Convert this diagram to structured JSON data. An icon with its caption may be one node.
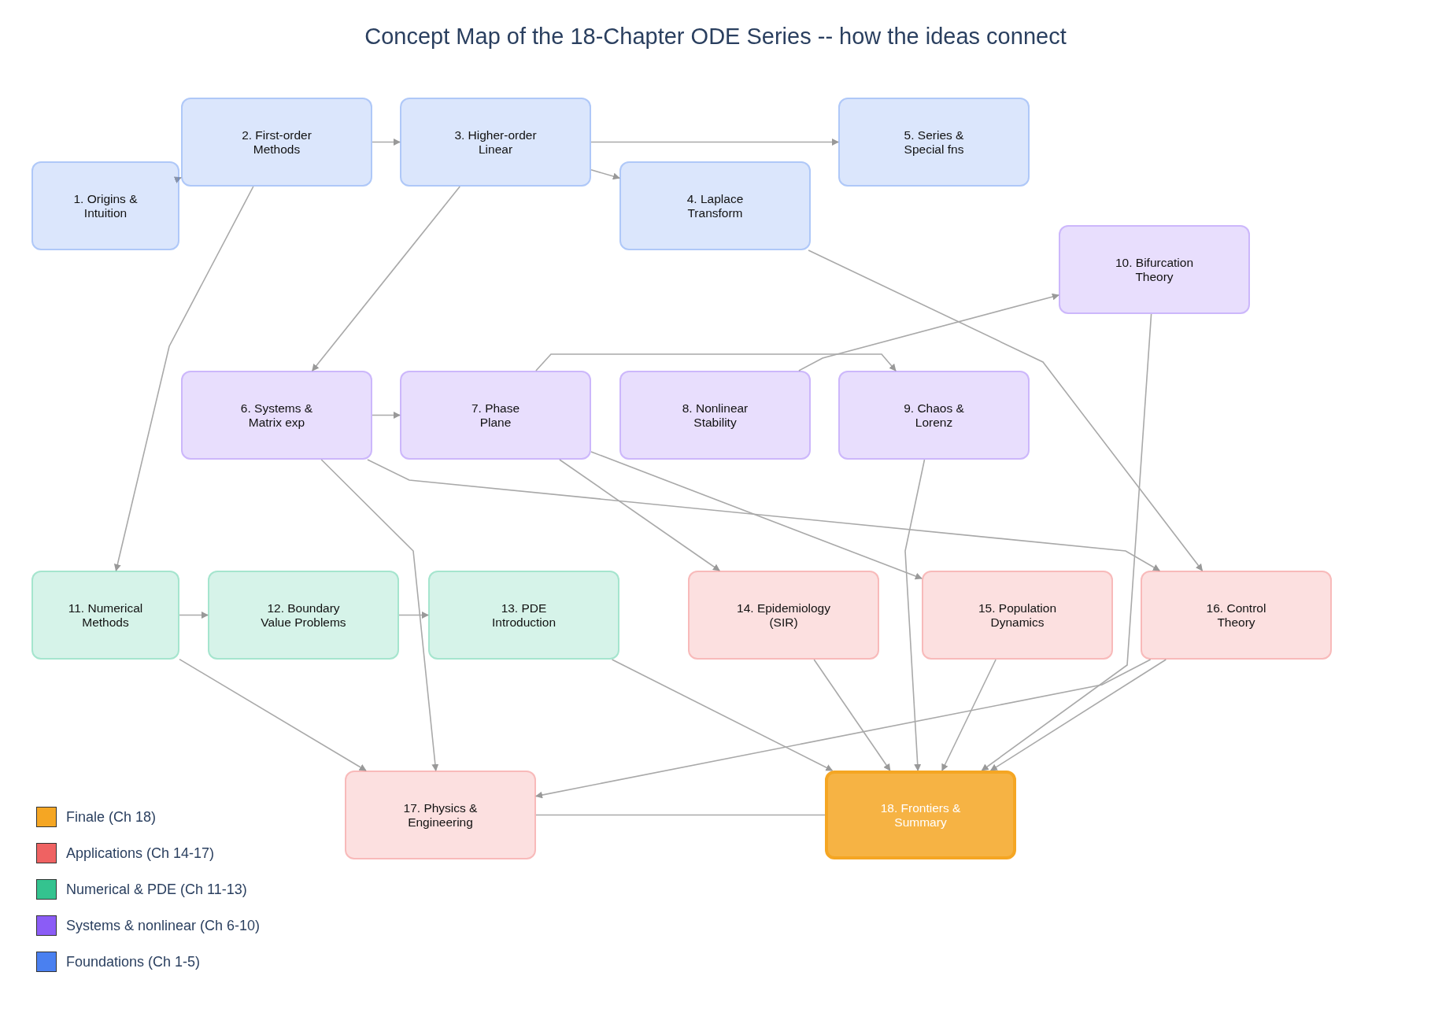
{
  "diagram": {
    "title": "Concept Map of the 18-Chapter ODE Series  --  how the ideas connect",
    "nodes": [
      {
        "text": [
          "1. Origins & Intuition"
        ]
      },
      {
        "text": [
          "2. First-order Methods"
        ]
      },
      {
        "text": [
          "3. Higher-order Linear"
        ]
      },
      {
        "text": [
          "4. Laplace Transform"
        ]
      },
      {
        "text": [
          "5. Series & Special fns"
        ]
      },
      {
        "text": [
          "6. Systems & Matrix exp"
        ]
      },
      {
        "text": [
          "7. Phase Plane"
        ]
      },
      {
        "text": [
          "8. Nonlinear Stability"
        ]
      },
      {
        "text": [
          "9. Chaos & Lorenz"
        ]
      },
      {
        "text": [
          "10. Bifurcation Theory"
        ]
      },
      {
        "text": [
          "11. Numerical Methods"
        ]
      },
      {
        "text": [
          "12. Boundary Value Problems"
        ]
      },
      {
        "text": [
          "13. PDE Introduction"
        ]
      },
      {
        "text": [
          "14. Epidemiology (SIR)"
        ]
      },
      {
        "text": [
          "15. Population Dynamics"
        ]
      },
      {
        "text": [
          "16. Control Theory"
        ]
      },
      {
        "text": [
          "17. Physics & Engineering"
        ]
      },
      {
        "text": [
          "18. Frontiers & Summary"
        ]
      }
    ],
    "edges": [
      {
        "from": 0,
        "to": 1,
        "arrow": "to"
      },
      {
        "from": 1,
        "to": 2,
        "arrow": "to"
      },
      {
        "from": 2,
        "to": 4,
        "arrow": "to"
      },
      {
        "from": 2,
        "to": 3,
        "arrow": "to"
      },
      {
        "from": 2,
        "to": 5,
        "arrow": "to"
      },
      {
        "from": 1,
        "to": 10,
        "arrow": "to"
      },
      {
        "from": 5,
        "to": 6,
        "arrow": "to"
      },
      {
        "from": 6,
        "to": 8,
        "arrow": "to"
      },
      {
        "from": 7,
        "to": 9,
        "arrow": "to"
      },
      {
        "from": 3,
        "to": 15,
        "arrow": "to"
      },
      {
        "from": 5,
        "to": 15,
        "arrow": "to"
      },
      {
        "from": 6,
        "to": 13,
        "arrow": "to"
      },
      {
        "from": 6,
        "to": 14,
        "arrow": "to"
      },
      {
        "from": 5,
        "to": 16,
        "arrow": "to"
      },
      {
        "from": 8,
        "to": 17,
        "arrow": "to"
      },
      {
        "from": 9,
        "to": 17,
        "arrow": "to"
      },
      {
        "from": 10,
        "to": 11,
        "arrow": "to"
      },
      {
        "from": 11,
        "to": 12,
        "arrow": "to"
      },
      {
        "from": 10,
        "to": 16,
        "arrow": "to"
      },
      {
        "from": 12,
        "to": 17,
        "arrow": "to"
      },
      {
        "from": 13,
        "to": 17,
        "arrow": "to"
      },
      {
        "from": 14,
        "to": 17,
        "arrow": "to"
      },
      {
        "from": 15,
        "to": 17,
        "arrow": "to"
      },
      {
        "from": 15,
        "to": 16,
        "arrow": "to"
      },
      {
        "from": 16,
        "to": 17,
        "arrow": "none"
      }
    ],
    "legend": [
      {
        "text": "Finale (Ch 18)",
        "color": "#f5a623"
      },
      {
        "text": "Applications  (Ch 14-17)",
        "color": "#ef6262"
      },
      {
        "text": "Numerical & PDE  (Ch 11-13)",
        "color": "#34c38f"
      },
      {
        "text": "Systems & nonlinear  (Ch 6-10)",
        "color": "#8b5cf6"
      },
      {
        "text": "Foundations  (Ch 1-5)",
        "color": "#4a80f0"
      }
    ]
  }
}
